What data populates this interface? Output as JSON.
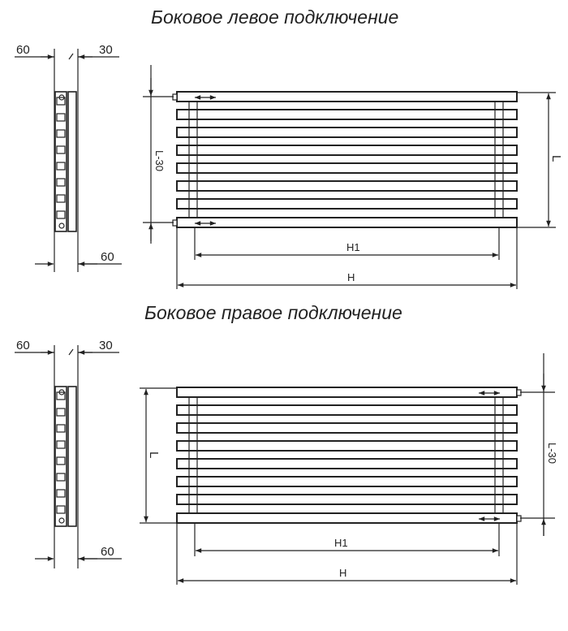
{
  "left_connection": {
    "title": "Боковое левое подключение",
    "dim_top_left": "60",
    "dim_top_right": "30",
    "dim_bottom": "60",
    "dim_pipe_spacing": "L-30",
    "dim_height": "L",
    "dim_inner_width": "H1",
    "dim_total_width": "H"
  },
  "right_connection": {
    "title": "Боковое правое подключение",
    "dim_top_left": "60",
    "dim_top_right": "30",
    "dim_bottom": "60",
    "dim_pipe_spacing": "L-30",
    "dim_height": "L",
    "dim_inner_width": "H1",
    "dim_total_width": "H"
  }
}
